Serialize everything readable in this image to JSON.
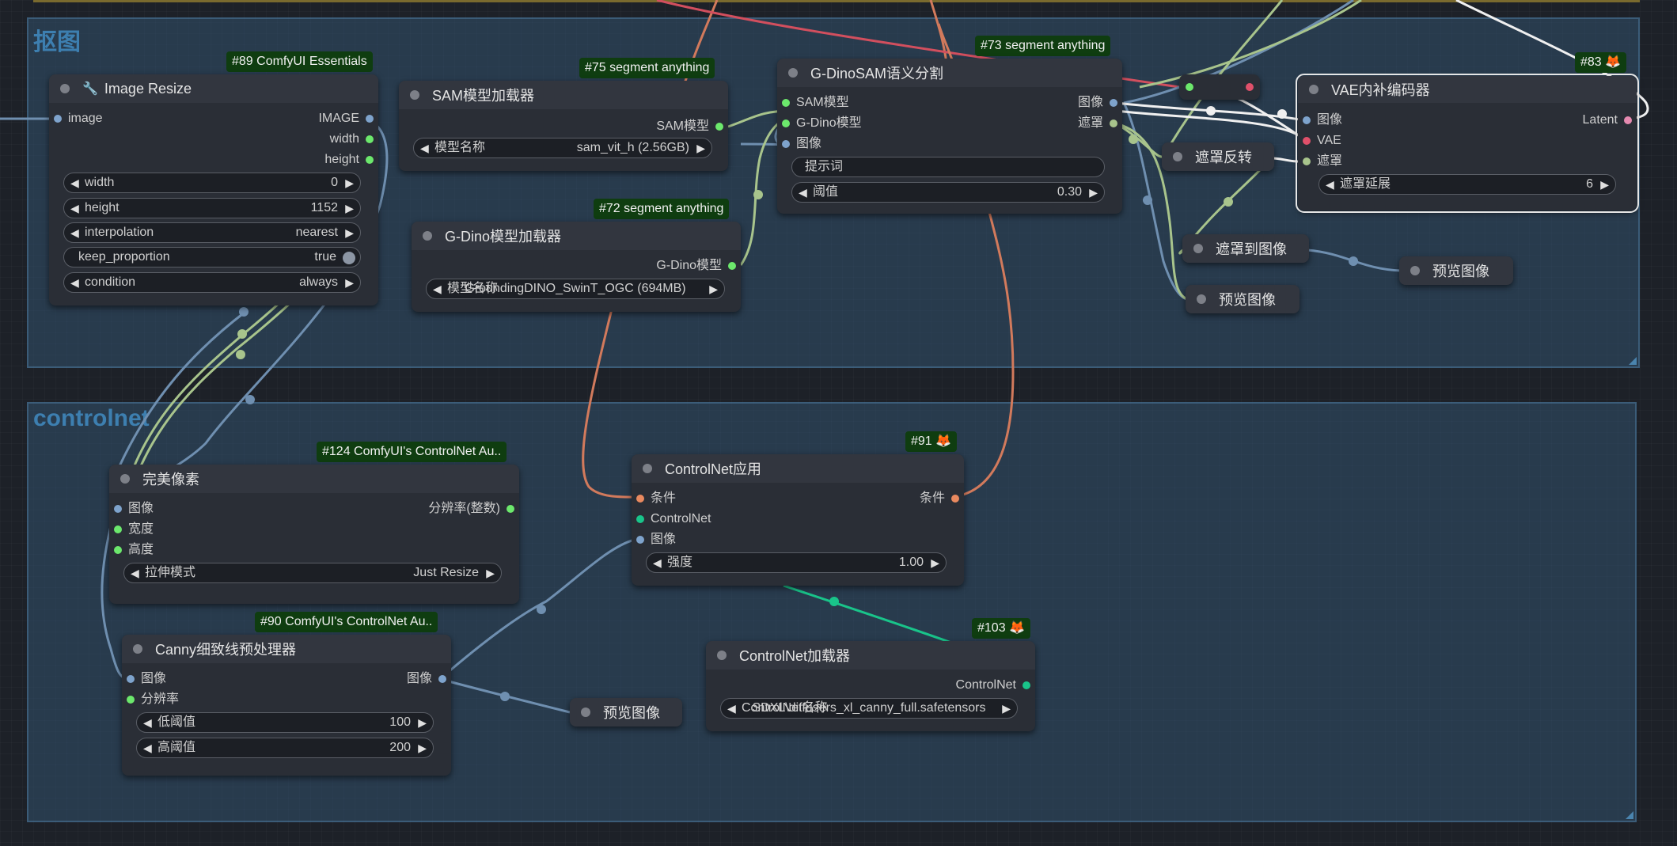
{
  "groups": {
    "cutout_title": "抠图",
    "controlnet_title": "controlnet"
  },
  "badges": {
    "b89": "#89 ComfyUI Essentials",
    "b75": "#75 segment anything",
    "b73": "#73 segment anything",
    "b83": "#83 🦊",
    "b72": "#72 segment anything",
    "b124": "#124 ComfyUI's ControlNet Au..",
    "b91": "#91 🦊",
    "b90": "#90 ComfyUI's ControlNet Au..",
    "b103": "#103 🦊"
  },
  "image_resize": {
    "title": "Image Resize",
    "input_image": "image",
    "out_image": "IMAGE",
    "out_width": "width",
    "out_height": "height",
    "width_label": "width",
    "width_value": "0",
    "height_label": "height",
    "height_value": "1152",
    "interp_label": "interpolation",
    "interp_value": "nearest",
    "keep_label": "keep_proportion",
    "keep_value": "true",
    "cond_label": "condition",
    "cond_value": "always"
  },
  "sam_loader": {
    "title": "SAM模型加载器",
    "out_sam": "SAM模型",
    "model_label": "模型名称",
    "model_value": "sam_vit_h (2.56GB)"
  },
  "dino_sam": {
    "title": "G-DinoSAM语义分割",
    "in_sam": "SAM模型",
    "in_dino": "G-Dino模型",
    "in_image": "图像",
    "out_image": "图像",
    "out_mask": "遮罩",
    "prompt_label": "提示词",
    "threshold_label": "阈值",
    "threshold_value": "0.30"
  },
  "dino_loader": {
    "title": "G-Dino模型加载器",
    "out_dino": "G-Dino模型",
    "model_label": "模型名称",
    "model_value": "GroundingDINO_SwinT_OGC (694MB)"
  },
  "vae_inpaint": {
    "title": "VAE内补编码器",
    "in_image": "图像",
    "in_vae": "VAE",
    "in_mask": "遮罩",
    "out_latent": "Latent",
    "grow_label": "遮罩延展",
    "grow_value": "6"
  },
  "mask_invert": {
    "title": "遮罩反转"
  },
  "mask_to_image": {
    "title": "遮罩到图像"
  },
  "preview_1": {
    "title": "预览图像"
  },
  "preview_2": {
    "title": "预览图像"
  },
  "preview_3": {
    "title": "预览图像"
  },
  "pixel_perfect": {
    "title": "完美像素",
    "in_image": "图像",
    "in_width": "宽度",
    "in_height": "高度",
    "out_res": "分辨率(整数)",
    "resize_label": "拉伸模式",
    "resize_value": "Just Resize"
  },
  "controlnet_apply": {
    "title": "ControlNet应用",
    "in_cond": "条件",
    "in_cn": "ControlNet",
    "in_image": "图像",
    "out_cond": "条件",
    "strength_label": "强度",
    "strength_value": "1.00"
  },
  "canny": {
    "title": "Canny细致线预处理器",
    "in_image": "图像",
    "in_res": "分辨率",
    "out_image": "图像",
    "low_label": "低阈值",
    "low_value": "100",
    "high_label": "高阈值",
    "high_value": "200"
  },
  "cn_loader": {
    "title": "ControlNet加载器",
    "out_cn": "ControlNet",
    "name_label": "ControlNet名称",
    "name_value": "SDXL\\diffusers_xl_canny_full.safetensors"
  },
  "colors": {
    "wire_image": "#6f8fb0",
    "wire_int": "#a8c48c",
    "wire_cond": "#d27a5c",
    "wire_controlnet": "#19c48a",
    "wire_white": "#f0f0f0",
    "dot_green": "#6ce86c",
    "dot_blue": "#7ea3cc",
    "dot_orange": "#e9895f",
    "dot_red": "#e0506a",
    "dot_pink": "#e58ab0"
  }
}
